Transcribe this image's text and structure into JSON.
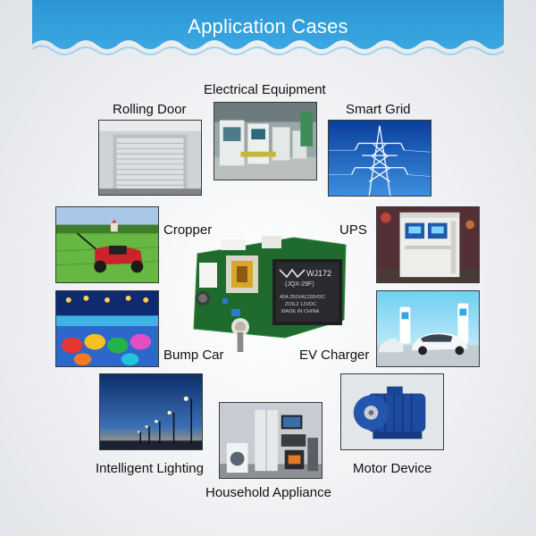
{
  "header": {
    "title": "Application Cases"
  },
  "cases": {
    "rolling_door": "Rolling Door",
    "electrical_equipment": "Electrical Equipment",
    "smart_grid": "Smart Grid",
    "cropper": "Cropper",
    "ups": "UPS",
    "bump_car": "Bump Car",
    "ev_charger": "EV Charger",
    "intelligent_lighting": "Intelligent Lighting",
    "motor_device": "Motor Device",
    "household_appliance": "Household Appliance"
  },
  "board": {
    "relay_model": "WJ172",
    "relay_code": "(JQX-29F)",
    "relay_rating_1": "40A 250VAC/28VDC",
    "relay_rating_2": "ZOIL2 12VDC",
    "relay_origin": "MADE IN CHINA"
  },
  "colors": {
    "banner": "#2f9ad6",
    "banner_dark": "#1f86c5"
  }
}
